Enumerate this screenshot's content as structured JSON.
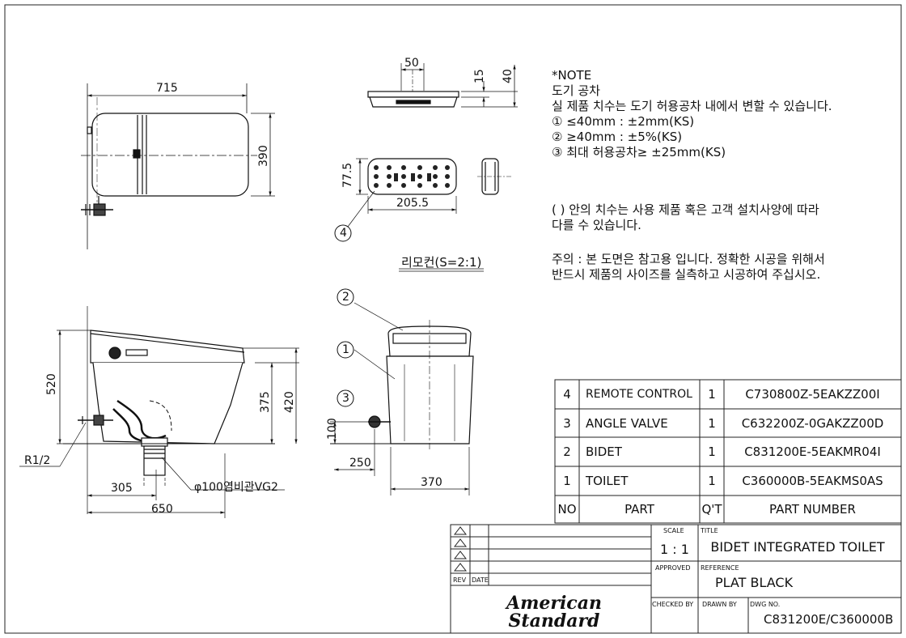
{
  "views": {
    "top": {
      "width": "715",
      "depth": "390"
    },
    "remote_front": {
      "width": "50",
      "h1": "15",
      "h2": "40"
    },
    "remote_top": {
      "height": "77.5",
      "width": "205.5"
    },
    "remote_caption": "리모컨(S=2:1)",
    "side": {
      "height_total": "520",
      "height_seat": "420",
      "height_bowl": "375",
      "supply_thread": "R1/2",
      "dist_supply": "305",
      "length": "650",
      "drain_pipe": "φ100염비관VG2"
    },
    "front": {
      "supply_height": "100",
      "supply_offset": "250",
      "base_width": "370"
    },
    "callouts": [
      "1",
      "2",
      "3",
      "4"
    ]
  },
  "notes": {
    "title": "*NOTE",
    "lines": [
      "도기 공차",
      "실 제품 치수는 도기 허용공차 내에서 변할 수 있습니다.",
      "① ≤40mm : ±2mm(KS)",
      "② ≥40mm : ±5%(KS)",
      "③ 최대 허용공차≥  ±25mm(KS)"
    ],
    "paren_note": [
      "( ) 안의 치수는 사용 제품 혹은 고객 설치사양에 따라",
      "다를 수 있습니다."
    ],
    "caution": [
      "주의 : 본 도면은 참고용 입니다. 정확한 시공을 위해서",
      "반드시 제품의 사이즈를 실측하고 시공하여 주십시오."
    ]
  },
  "parts_table": {
    "headers": {
      "no": "NO",
      "part": "PART",
      "qty": "Q'T",
      "number": "PART NUMBER"
    },
    "rows": [
      {
        "no": "4",
        "part": "REMOTE CONTROL",
        "qty": "1",
        "number": "C730800Z-5EAKZZ00I"
      },
      {
        "no": "3",
        "part": "ANGLE VALVE",
        "qty": "1",
        "number": "C632200Z-0GAKZZ00D"
      },
      {
        "no": "2",
        "part": "BIDET",
        "qty": "1",
        "number": "C831200E-5EAKMR04I"
      },
      {
        "no": "1",
        "part": "TOILET",
        "qty": "1",
        "number": "C360000B-5EAKMS0AS"
      }
    ]
  },
  "title_block": {
    "rev_label": "REV",
    "date_label": "DATE",
    "scale_label": "SCALE",
    "scale_value": "1 : 1",
    "title_label": "TITLE",
    "title_value": "BIDET INTEGRATED TOILET",
    "approved_label": "APPROVED",
    "reference_label": "REFERENCE",
    "reference_value": "PLAT BLACK",
    "checked_label": "CHECKED BY",
    "drawn_label": "DRAWN BY",
    "dwg_label": "DWG NO.",
    "dwg_value": "C831200E/C360000B",
    "logo_line1": "American",
    "logo_line2": "Standard"
  }
}
